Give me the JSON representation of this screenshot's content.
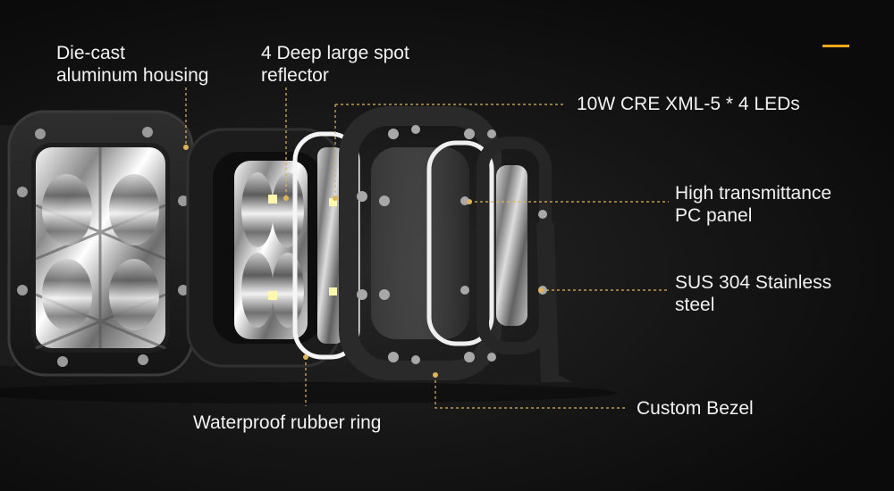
{
  "colors": {
    "accent": "#f0a81c",
    "leader": "#e0b35a"
  },
  "labels": {
    "housing": [
      "Die-cast",
      "aluminum housing"
    ],
    "reflector": [
      "4 Deep large spot",
      "reflector"
    ],
    "leds": "10W CRE XML-5 * 4 LEDs",
    "pc_panel": [
      "High transmittance",
      "PC panel"
    ],
    "steel": [
      "SUS 304 Stainless",
      "steel"
    ],
    "rubber_ring": "Waterproof rubber ring",
    "bezel": "Custom Bezel"
  }
}
